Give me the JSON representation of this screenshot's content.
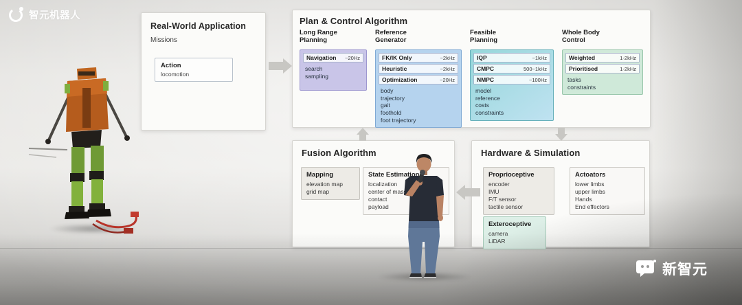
{
  "brand": {
    "logo_text": "智元机器人",
    "watermark_text": "新智元"
  },
  "colors": {
    "accent_purple": "#c9c5e8",
    "accent_blue": "#b5d3ee",
    "accent_teal": "#96d7da",
    "accent_green": "#cfe9d9",
    "panel_bg": "#fbfbf9"
  },
  "panels": {
    "real_world": {
      "title": "Real-World Application",
      "subtitle": "Missions",
      "action": {
        "label": "Action",
        "items": [
          "locomotion"
        ]
      }
    },
    "plan_control": {
      "title": "Plan & Control Algorithm",
      "columns": [
        {
          "header": "Long Range Planning",
          "boxes": [
            {
              "label": "Navigation",
              "rate": "~20Hz",
              "items": [
                "search",
                "sampling"
              ]
            }
          ]
        },
        {
          "header": "Reference Generator",
          "boxes": [
            {
              "label": "FK/IK Only",
              "rate": "~2kHz",
              "items": []
            },
            {
              "label": "Heuristic",
              "rate": "~2kHz",
              "items": []
            },
            {
              "label": "Optimization",
              "rate": "~20Hz",
              "items": [
                "body",
                "trajectory",
                "gait",
                "foothold",
                "foot trajectory"
              ]
            }
          ]
        },
        {
          "header": "Feasible Planning",
          "boxes": [
            {
              "label": "IQP",
              "rate": "~1kHz",
              "items": []
            },
            {
              "label": "CMPC",
              "rate": "500~1kHz",
              "items": []
            },
            {
              "label": "NMPC",
              "rate": "~100Hz",
              "items": [
                "model",
                "reference",
                "costs",
                "constraints"
              ]
            }
          ]
        },
        {
          "header": "Whole Body Control",
          "boxes": [
            {
              "label": "Weighted",
              "rate": "1-2kHz",
              "items": []
            },
            {
              "label": "Prioritised",
              "rate": "1-2kHz",
              "items": [
                "tasks",
                "constraints"
              ]
            }
          ]
        }
      ]
    },
    "fusion": {
      "title": "Fusion Algorithm",
      "boxes": [
        {
          "label": "Mapping",
          "items": [
            "elevation map",
            "grid map"
          ]
        },
        {
          "label": "State Estimation",
          "items": [
            "localization",
            "center of mass",
            "contact",
            "payload"
          ]
        }
      ]
    },
    "hardware": {
      "title": "Hardware & Simulation",
      "boxes": [
        {
          "label": "Proprioceptive",
          "items": [
            "encoder",
            "IMU",
            "F/T sensor",
            "tactile sensor"
          ]
        },
        {
          "label": "Exteroceptive",
          "items": [
            "camera",
            "LiDAR"
          ]
        },
        {
          "label": "Actoators",
          "items": [
            "lower limbs",
            "upper limbs",
            "Hands",
            "End effectors"
          ]
        }
      ]
    }
  }
}
